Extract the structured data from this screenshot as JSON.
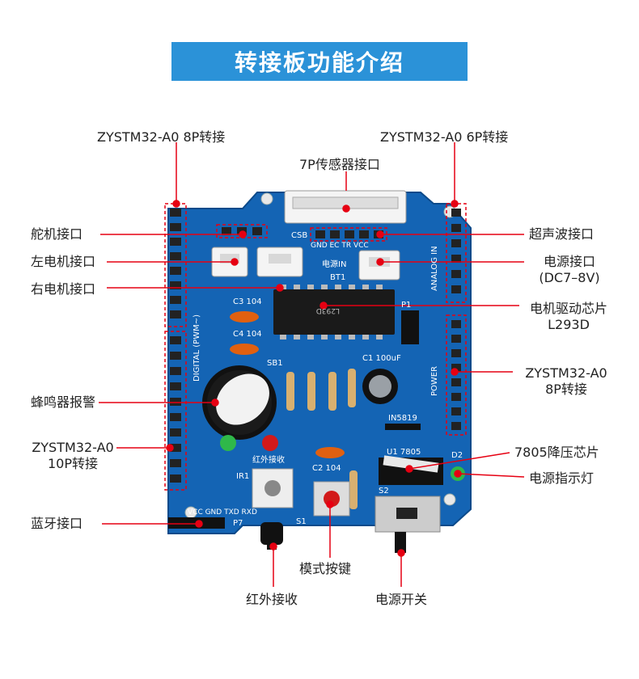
{
  "header": {
    "title": "转接板功能介绍"
  },
  "labels": {
    "top_left_header": "ZYSTM32-A0 8P转接",
    "top_right_header": "ZYSTM32-A0 6P转接",
    "sensor_port": "7P传感器接口",
    "servo_port": "舵机接口",
    "left_motor_port": "左电机接口",
    "right_motor_port": "右电机接口",
    "buzzer": "蜂鸣器报警",
    "header_10p_line1": "ZYSTM32-A0",
    "header_10p_line2": "10P转接",
    "bluetooth_port": "蓝牙接口",
    "ir_receiver": "红外接收",
    "mode_button": "模式按键",
    "power_switch": "电源开关",
    "ultrasonic_port": "超声波接口",
    "power_port_line1": "电源接口",
    "power_port_line2": "(DC7–8V)",
    "motor_driver_line1": "电机驱动芯片",
    "motor_driver_line2": "L293D",
    "header_8p_right_line1": "ZYSTM32-A0",
    "header_8p_right_line2": "8P转接",
    "regulator_7805": "7805降压芯片",
    "power_led": "电源指示灯"
  },
  "colors": {
    "board": "#1464b4",
    "callout": "#e60012",
    "banner": "#2b92d8"
  },
  "board_silkscreen": {
    "sb1": "SB1",
    "c1": "C1 100uF",
    "c3": "C3 104",
    "c4": "C4 104",
    "c2": "C2 104",
    "p7": "P7",
    "s1": "S1",
    "s2": "S2",
    "p1": "P1",
    "ir1": "IR1",
    "ir_text": "红外接收",
    "power_in": "电源IN",
    "bt1": "BT1",
    "in5819": "IN5819",
    "u1": "U1 7805",
    "d2": "D2",
    "chip_text": "L293D",
    "digital": "DIGITAL (PWM~)",
    "analog": "ANALOG IN",
    "power": "POWER",
    "csb": "CSB",
    "sensor_pins": "GND EC TR VCC",
    "bt_pins": "VCC GND TXD RXD"
  }
}
